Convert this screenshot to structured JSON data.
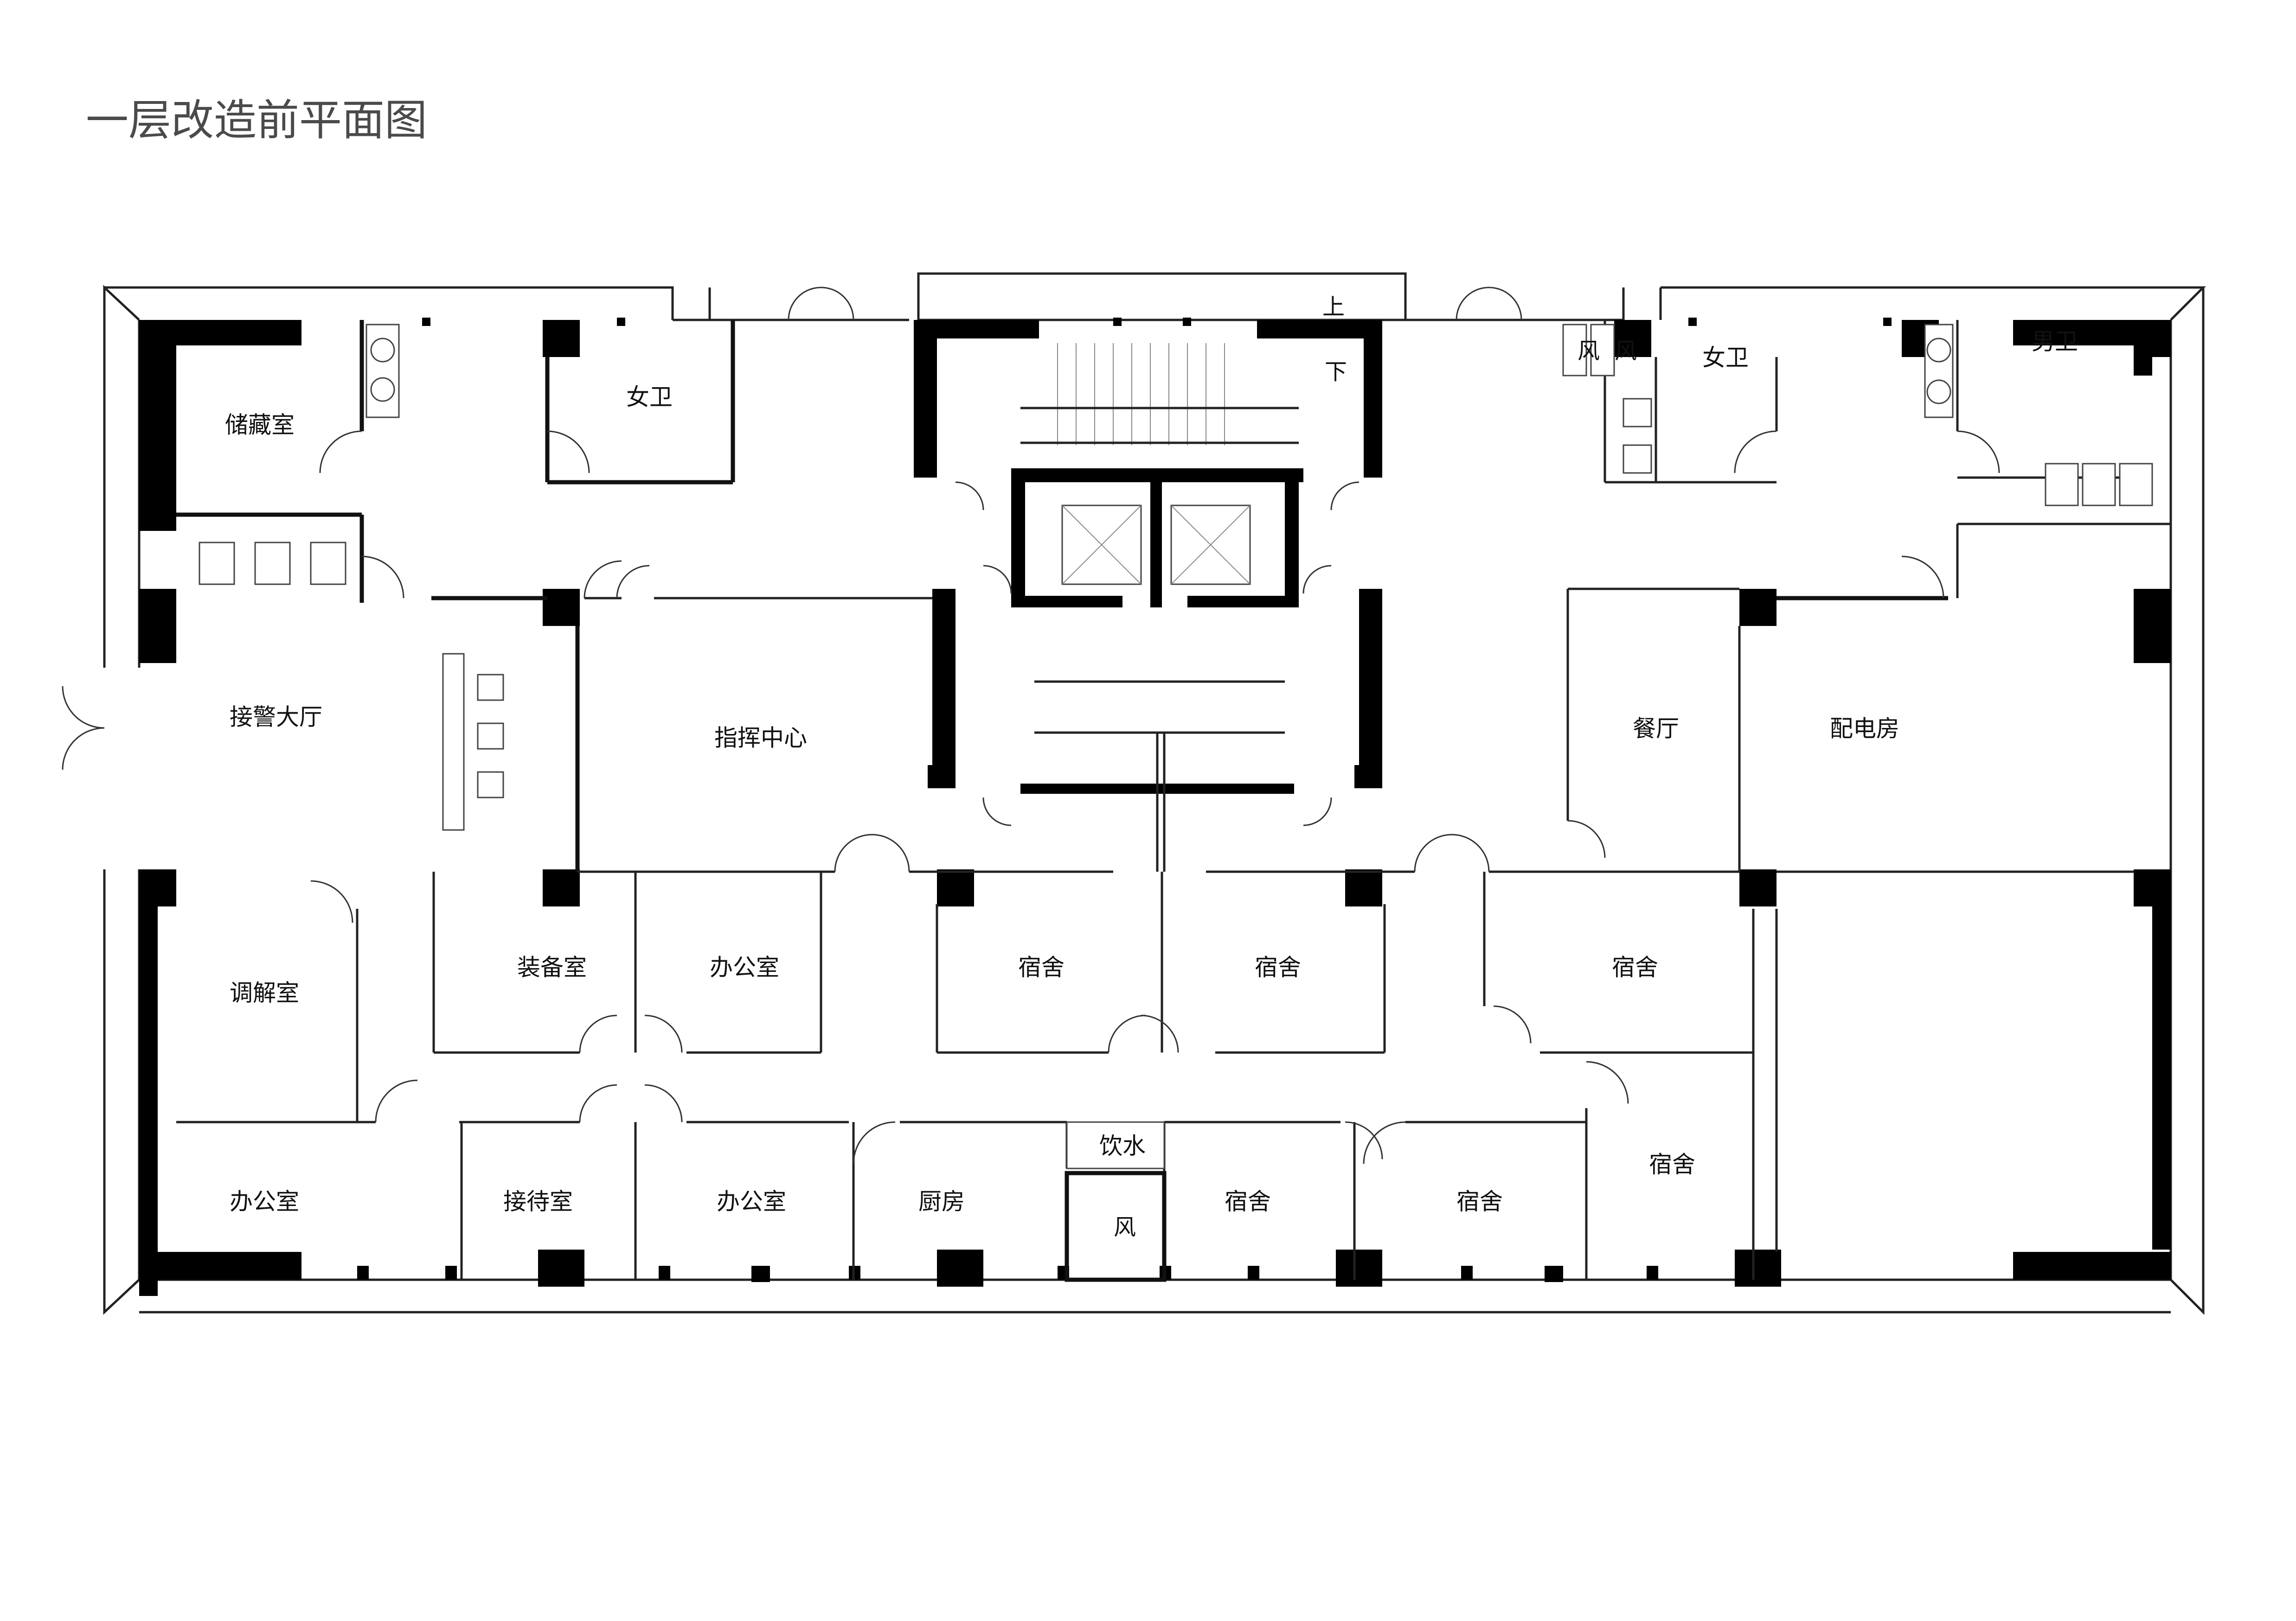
{
  "title": "一层改造前平面图",
  "rooms": {
    "storage": "储藏室",
    "women_wc_left": "女卫",
    "reception_hall": "接警大厅",
    "command_center": "指挥中心",
    "mediation": "调解室",
    "equipment": "装备室",
    "office_mid_upper": "办公室",
    "dorm_a": "宿舍",
    "dorm_b": "宿舍",
    "dorm_c": "宿舍",
    "office_left_lower": "办公室",
    "reception_room": "接待室",
    "office_mid_lower": "办公室",
    "kitchen": "厨房",
    "water": "饮水",
    "dorm_d": "宿舍",
    "dorm_e": "宿舍",
    "dorm_f": "宿舍",
    "dining": "餐厅",
    "power_room": "配电房",
    "women_wc_right": "女卫",
    "men_wc": "男卫"
  },
  "marks": {
    "up": "上",
    "down": "下",
    "wind": "风"
  }
}
